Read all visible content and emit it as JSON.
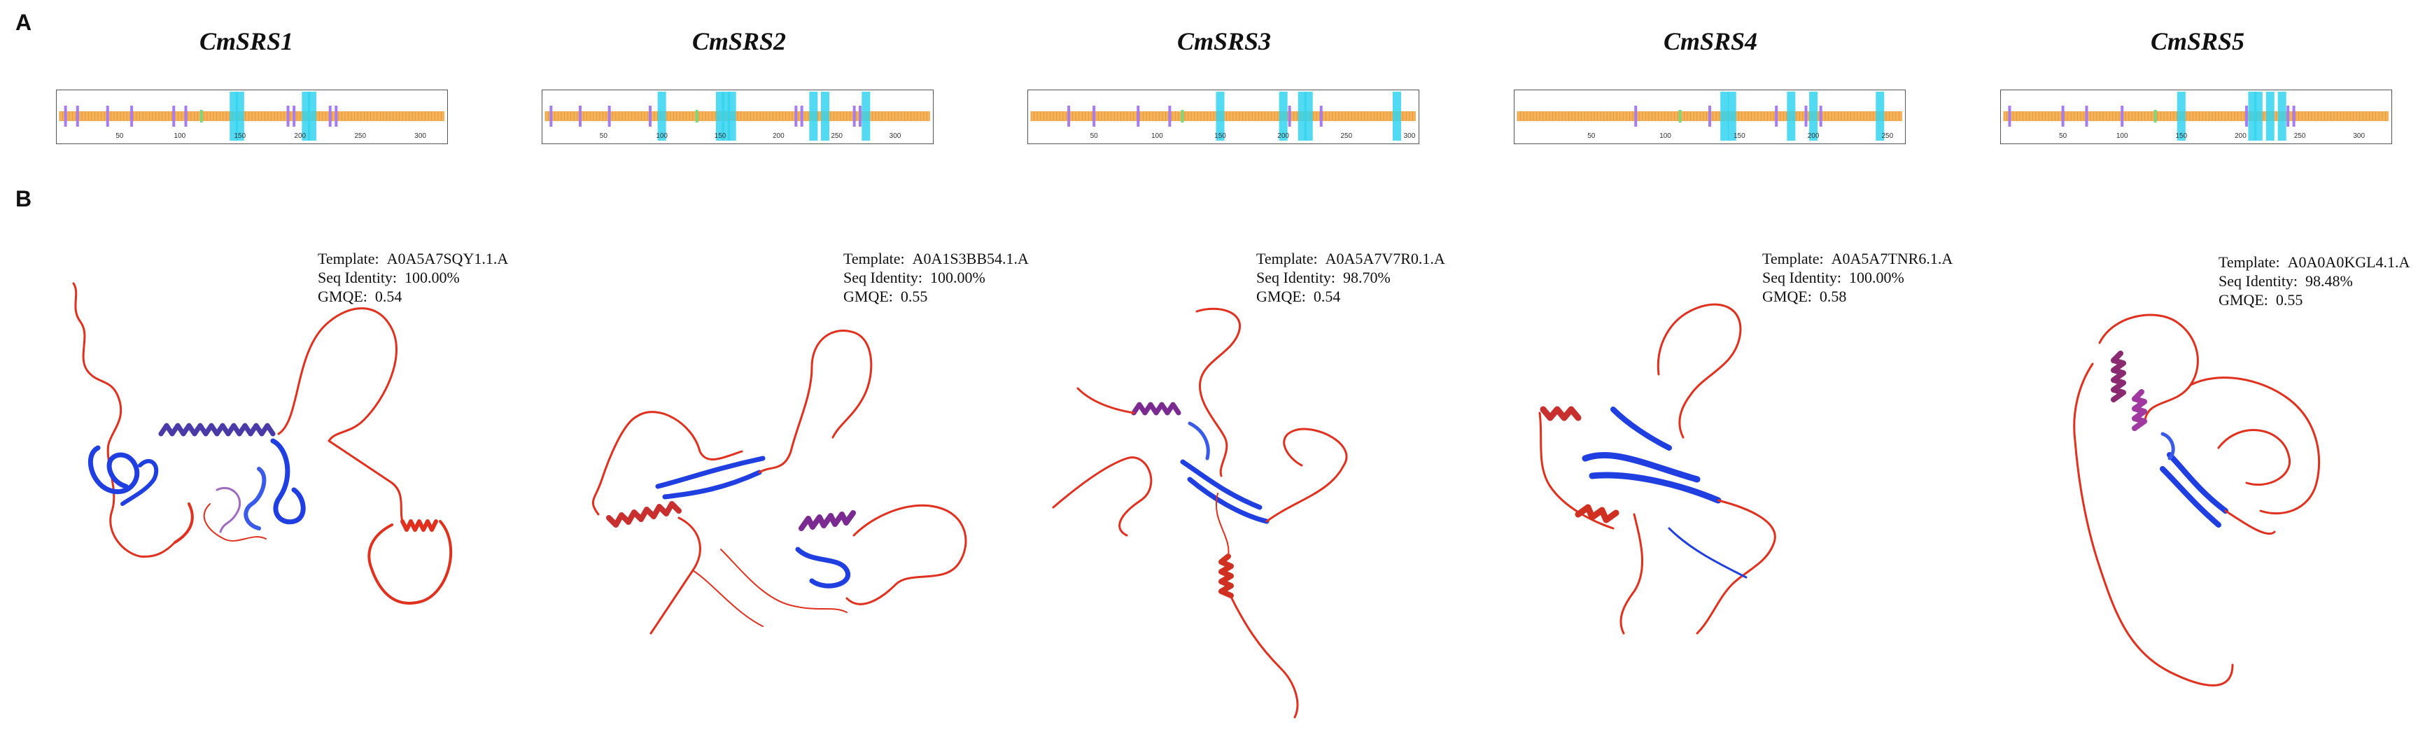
{
  "panels": {
    "a": "A",
    "b": "B"
  },
  "genes": [
    {
      "name": "CmSRS1",
      "ticks": [
        "50",
        "100",
        "150",
        "200",
        "250",
        "300"
      ],
      "tick_values": [
        50,
        100,
        150,
        200,
        250,
        300
      ],
      "length": 320,
      "template_label": "Template:",
      "template": "A0A5A7SQY1.1.A",
      "identity_label": "Seq Identity:",
      "identity": "100.00%",
      "gmqe_label": "GMQE:",
      "gmqe": "0.54"
    },
    {
      "name": "CmSRS2",
      "ticks": [
        "50",
        "100",
        "150",
        "200",
        "250",
        "300"
      ],
      "tick_values": [
        50,
        100,
        150,
        200,
        250,
        300
      ],
      "length": 330,
      "template_label": "Template:",
      "template": "A0A1S3BB54.1.A",
      "identity_label": "Seq Identity:",
      "identity": "100.00%",
      "gmqe_label": "GMQE:",
      "gmqe": "0.55"
    },
    {
      "name": "CmSRS3",
      "ticks": [
        "50",
        "100",
        "150",
        "200",
        "250",
        "300"
      ],
      "tick_values": [
        50,
        100,
        150,
        200,
        250,
        300
      ],
      "length": 305,
      "template_label": "Template:",
      "template": "A0A5A7V7R0.1.A",
      "identity_label": "Seq Identity:",
      "identity": "98.70%",
      "gmqe_label": "GMQE:",
      "gmqe": "0.54"
    },
    {
      "name": "CmSRS4",
      "ticks": [
        "50",
        "100",
        "150",
        "200",
        "250"
      ],
      "tick_values": [
        50,
        100,
        150,
        200,
        250
      ],
      "length": 260,
      "template_label": "Template:",
      "template": "A0A5A7TNR6.1.A",
      "identity_label": "Seq Identity:",
      "identity": "100.00%",
      "gmqe_label": "GMQE:",
      "gmqe": "0.58"
    },
    {
      "name": "CmSRS5",
      "ticks": [
        "50",
        "100",
        "150",
        "200",
        "250",
        "300"
      ],
      "tick_values": [
        50,
        100,
        150,
        200,
        250,
        300
      ],
      "length": 325,
      "template_label": "Template:",
      "template": "A0A0A0KGL4.1.A",
      "identity_label": "Seq Identity:",
      "identity": "98.48%",
      "gmqe_label": "GMQE:",
      "gmqe": "0.55"
    }
  ],
  "colors": {
    "orange_band": "#f5b25a",
    "cyan": "#32d4f0",
    "purple": "#a67cf0",
    "green": "#7cd67c",
    "structure_high": "#1f3fe0",
    "structure_low": "#e0301e",
    "structure_mid": "#8a3aa0"
  }
}
